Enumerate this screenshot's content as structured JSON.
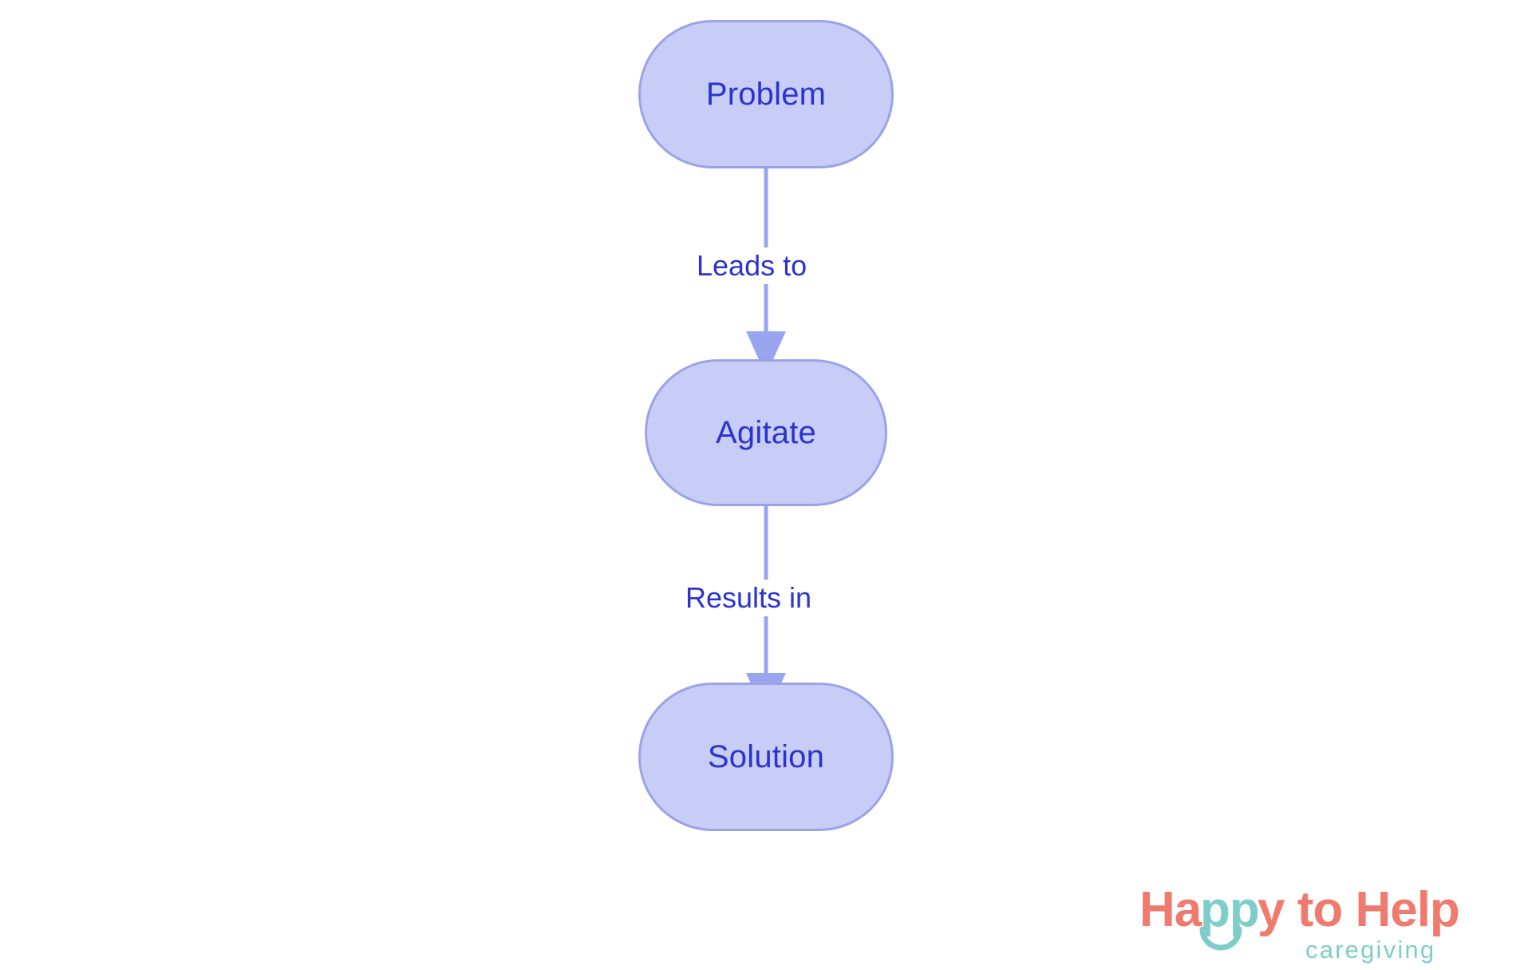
{
  "diagram": {
    "type": "flowchart",
    "orientation": "top-to-bottom",
    "background_color": "#ffffff",
    "node_fill": "#c8cdf7",
    "node_border": "#9aa3e8",
    "node_text_color": "#2a33cc",
    "edge_color": "#9aa5f0",
    "edge_label_color": "#2a33cc",
    "nodes": [
      {
        "id": "problem",
        "label": "Problem",
        "shape": "stadium"
      },
      {
        "id": "agitate",
        "label": "Agitate",
        "shape": "stadium"
      },
      {
        "id": "solution",
        "label": "Solution",
        "shape": "stadium"
      }
    ],
    "edges": [
      {
        "from": "problem",
        "to": "agitate",
        "label": "Leads to",
        "arrowhead": "triangle"
      },
      {
        "from": "agitate",
        "to": "solution",
        "label": "Results in",
        "arrowhead": "triangle"
      }
    ]
  },
  "logo": {
    "word_1": "Ha",
    "word_2": "pp",
    "word_3": "y to Help",
    "tagline": "caregiving",
    "primary_color": "#ef7a6d",
    "secondary_color": "#7fcdc8",
    "smile_icon": "smile-arc-icon"
  }
}
